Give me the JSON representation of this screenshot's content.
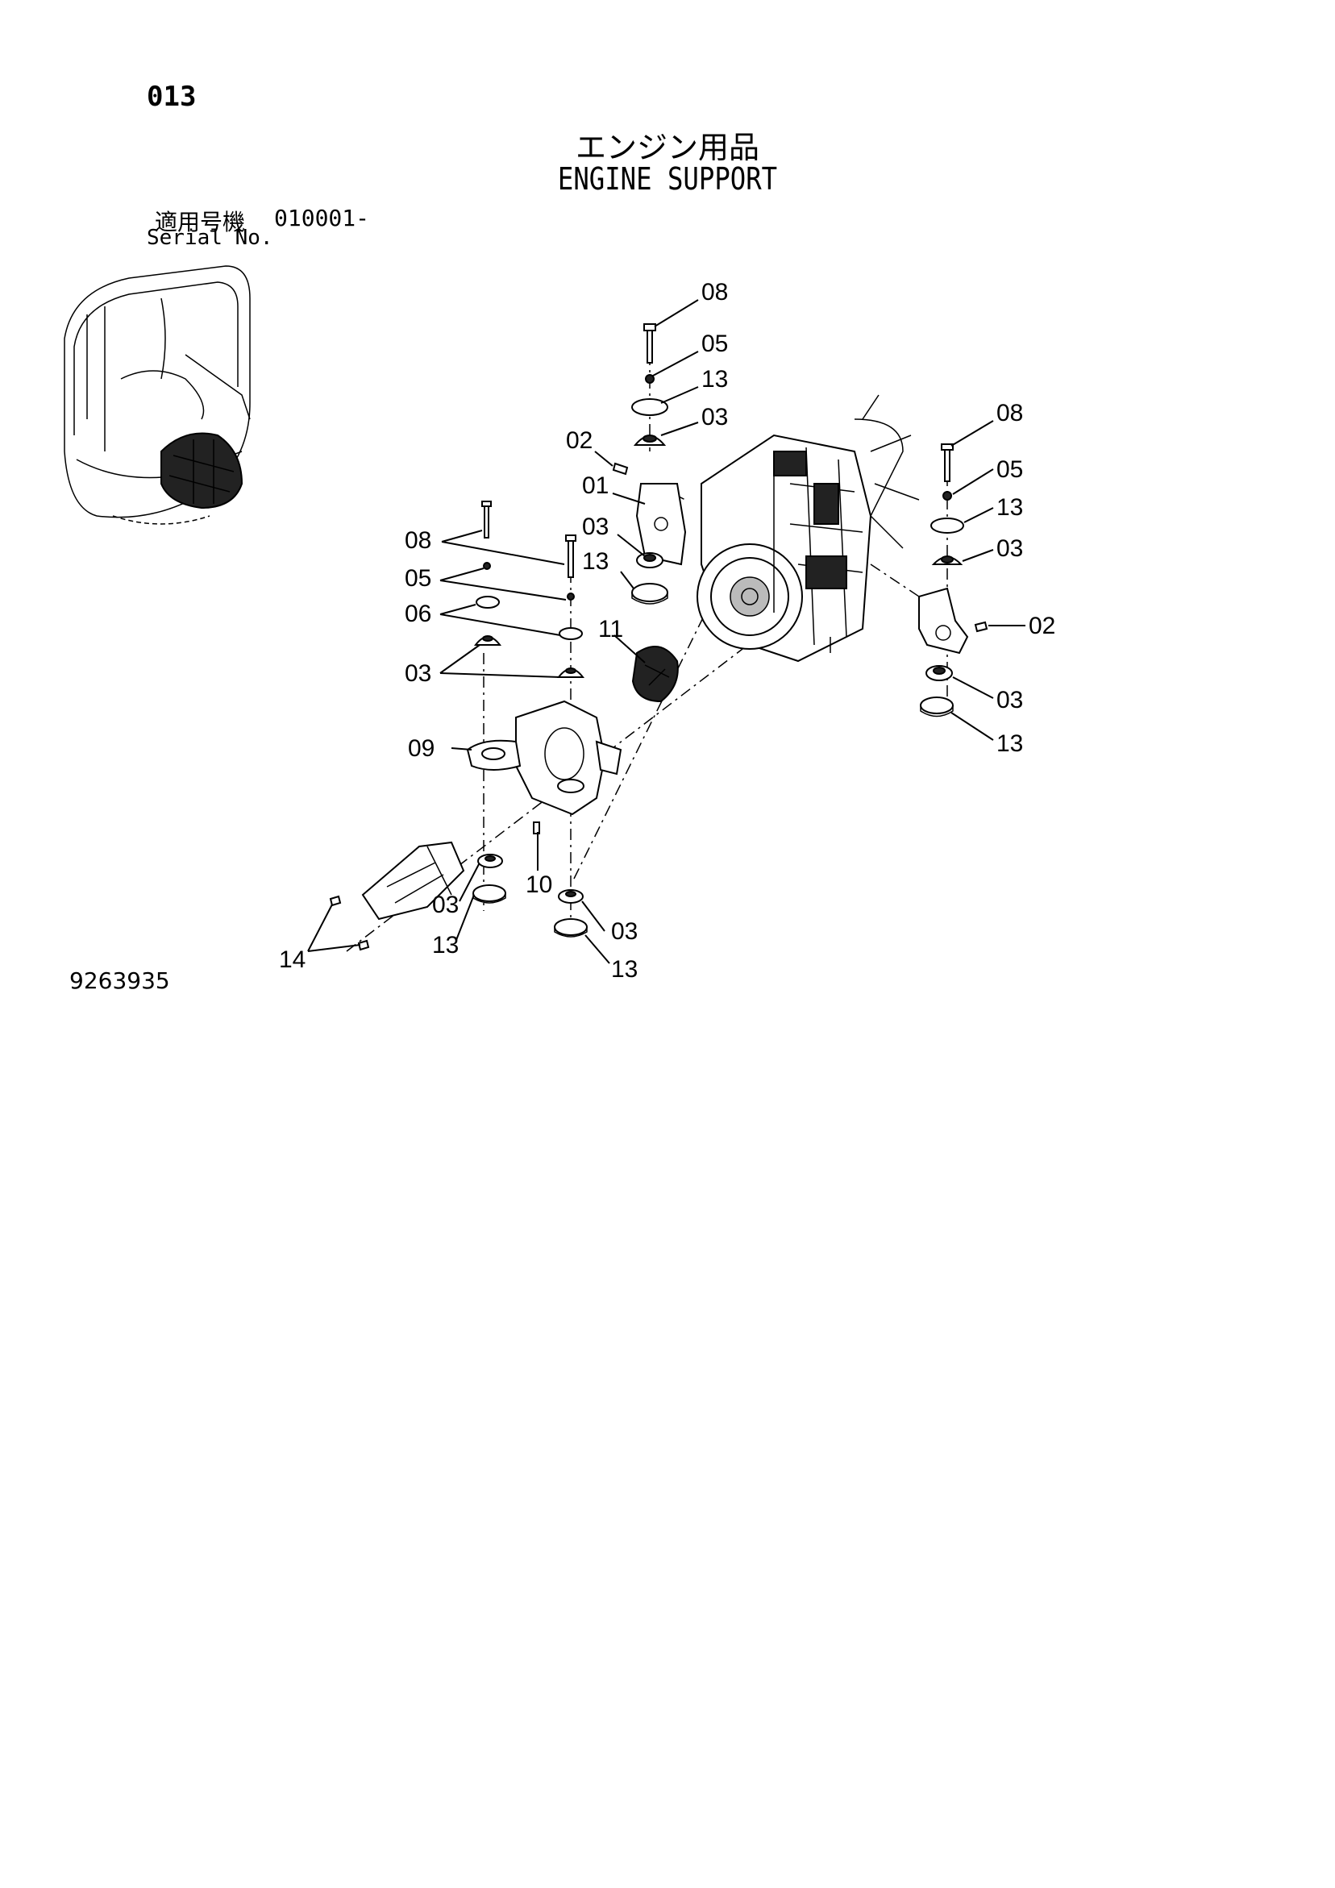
{
  "page_number": "013",
  "title_ja": "エンジン用品",
  "title_en": "ENGINE SUPPORT",
  "serial": {
    "label_ja": "適用号機",
    "value": "010001-",
    "label_en": "Serial No."
  },
  "drawing_number": "9263935",
  "callouts": {
    "c08_top": "08",
    "c05_top": "05",
    "c13_top": "13",
    "c03_top": "03",
    "c02_left": "02",
    "c01": "01",
    "c03_mid": "03",
    "c13_mid": "13",
    "c08_left": "08",
    "c05_left": "05",
    "c06": "06",
    "c03_left": "03",
    "c11": "11",
    "c09": "09",
    "c10": "10",
    "c03_bl": "03",
    "c13_bl": "13",
    "c14": "14",
    "c03_bc": "03",
    "c13_bc": "13",
    "c08_right": "08",
    "c05_right": "05",
    "c13_right": "13",
    "c03_right": "03",
    "c02_right": "02",
    "c03_rb": "03",
    "c13_rb": "13"
  }
}
